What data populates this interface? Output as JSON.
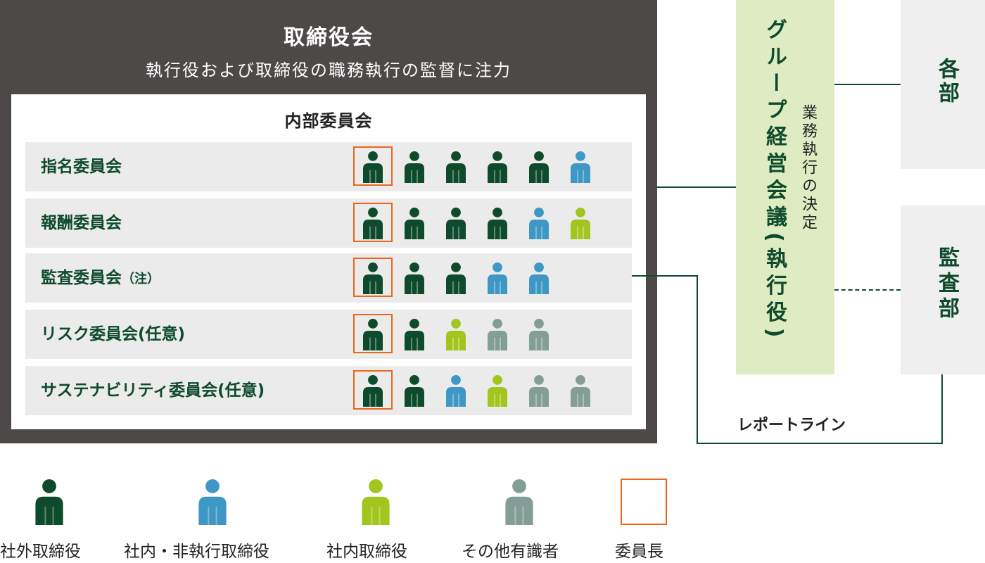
{
  "board": {
    "title": "取締役会",
    "subtitle": "執行役および取締役の職務執行の監督に注力"
  },
  "internal_committees": {
    "title": "内部委員会",
    "committees": [
      {
        "label": "指名委員会",
        "note": "",
        "members": [
          "outside",
          "outside",
          "outside",
          "outside",
          "outside",
          "non_exec"
        ]
      },
      {
        "label": "報酬委員会",
        "note": "",
        "members": [
          "outside",
          "outside",
          "outside",
          "outside",
          "non_exec",
          "inside"
        ]
      },
      {
        "label": "監査委員会",
        "note": "（注）",
        "members": [
          "outside",
          "outside",
          "outside",
          "non_exec",
          "non_exec"
        ]
      },
      {
        "label": "リスク委員会(任意)",
        "note": "",
        "members": [
          "outside",
          "outside",
          "inside",
          "expert",
          "expert"
        ]
      },
      {
        "label": "サステナビリティ委員会(任意)",
        "note": "",
        "members": [
          "outside",
          "outside",
          "non_exec",
          "inside",
          "expert",
          "expert"
        ]
      }
    ]
  },
  "group_management": {
    "title": "グループ経営会議(執行役)",
    "subtitle": "業務執行の決定"
  },
  "departments": {
    "label": "各部"
  },
  "audit_department": {
    "label": "監査部"
  },
  "report_line": {
    "label": "レポートライン"
  },
  "legend": {
    "items": [
      {
        "key": "outside",
        "label": "社外取締役"
      },
      {
        "key": "non_exec",
        "label": "社内・非執行取締役"
      },
      {
        "key": "inside",
        "label": "社内取締役"
      },
      {
        "key": "expert",
        "label": "その他有識者"
      },
      {
        "key": "chair",
        "label": "委員長"
      }
    ]
  },
  "colors": {
    "outside": "#0e4a2c",
    "non_exec": "#3e97c4",
    "inside": "#a2c61d",
    "expert": "#839e96",
    "chair_border": "#e8681d",
    "board_bg": "#4d4948",
    "group_management_bg": "#dfecc3",
    "department_bg": "#efefef"
  }
}
